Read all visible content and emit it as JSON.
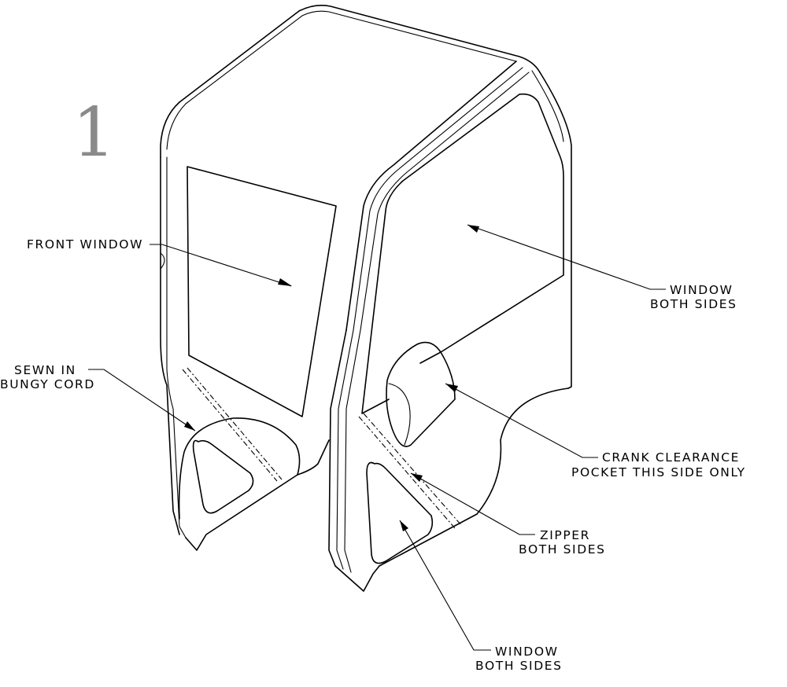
{
  "sheet_number": "1",
  "callouts": {
    "front_window": [
      "FRONT WINDOW"
    ],
    "side_window_upper": [
      "WINDOW",
      "BOTH SIDES"
    ],
    "bungy_cord": [
      "SEWN IN",
      "BUNGY CORD"
    ],
    "crank_pocket": [
      "CRANK CLEARANCE",
      "POCKET THIS SIDE ONLY"
    ],
    "zipper": [
      "ZIPPER",
      "BOTH SIDES"
    ],
    "side_window_lower": [
      "WINDOW",
      "BOTH SIDES"
    ]
  }
}
